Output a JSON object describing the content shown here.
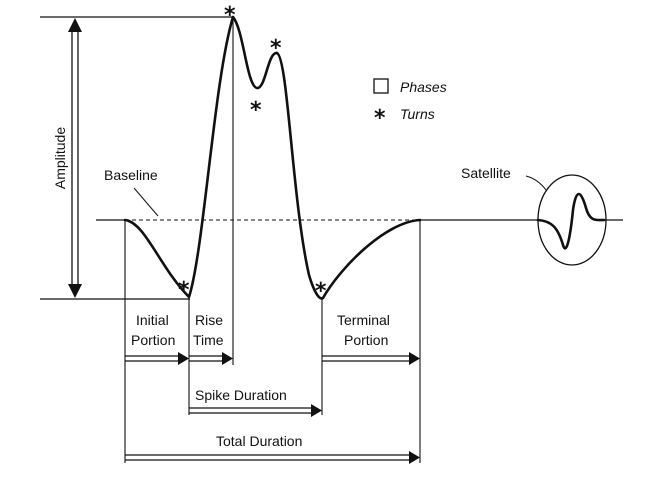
{
  "labels": {
    "amplitude": "Amplitude",
    "baseline": "Baseline",
    "satellite": "Satellite",
    "legend_phases": "Phases",
    "legend_turns": "Turns",
    "initial_portion": [
      "Initial",
      "Portion"
    ],
    "rise_time": [
      "Rise",
      "Time"
    ],
    "terminal_portion": [
      "Terminal",
      "Portion"
    ],
    "spike_duration": "Spike Duration",
    "total_duration": "Total Duration"
  },
  "icons": {
    "phase": "phase-square-icon",
    "turn": "asterisk-icon"
  },
  "turn_symbol": "*"
}
